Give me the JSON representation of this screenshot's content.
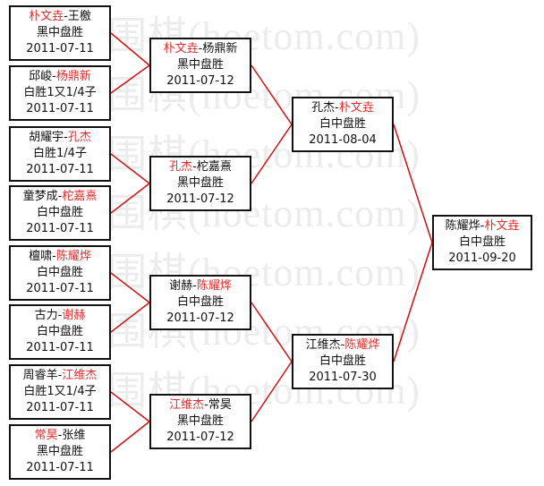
{
  "watermark": {
    "lines": [
      "弈城围棋(hoetom.com)",
      "弈城围棋(hoetom.com)",
      "弈城围棋(hoetom.com)",
      "弈城围棋(hoetom.com)",
      "弈城围棋(hoetom.com)",
      "弈城围棋(hoetom.com)",
      "弈城围棋(hoetom.com)"
    ]
  },
  "colors": {
    "winner": "#e32b2b",
    "line": "#cc1111",
    "text": "#111111",
    "border": "#111111"
  },
  "round1": [
    {
      "p1": "朴文垚",
      "sep": "-",
      "p2": "王檄",
      "winner": 1,
      "result": "黑中盘胜",
      "date": "2011-07-11"
    },
    {
      "p1": "邱峻",
      "sep": "-",
      "p2": "杨鼎新",
      "winner": 2,
      "result": "白胜1又1/4子",
      "date": "2011-07-11"
    },
    {
      "p1": "胡耀宇",
      "sep": "-",
      "p2": "孔杰",
      "winner": 2,
      "result": "白胜1/4子",
      "date": "2011-07-11"
    },
    {
      "p1": "童梦成",
      "sep": "-",
      "p2": "柁嘉熹",
      "winner": 2,
      "result": "白中盘胜",
      "date": "2011-07-11"
    },
    {
      "p1": "檀啸",
      "sep": "-",
      "p2": "陈耀烨",
      "winner": 2,
      "result": "白中盘胜",
      "date": "2011-07-11"
    },
    {
      "p1": "古力",
      "sep": "-",
      "p2": "谢赫",
      "winner": 2,
      "result": "白中盘胜",
      "date": "2011-07-11"
    },
    {
      "p1": "周睿羊",
      "sep": "-",
      "p2": "江维杰",
      "winner": 2,
      "result": "白胜1又1/4子",
      "date": "2011-07-11"
    },
    {
      "p1": "常昊",
      "sep": "-",
      "p2": "张维",
      "winner": 1,
      "result": "黑中盘胜",
      "date": "2011-07-11"
    }
  ],
  "round2": [
    {
      "p1": "朴文垚",
      "sep": "-",
      "p2": "杨鼎新",
      "winner": 1,
      "result": "黑中盘胜",
      "date": "2011-07-12"
    },
    {
      "p1": "孔杰",
      "sep": "-",
      "p2": "柁嘉熹",
      "winner": 1,
      "result": "黑中盘胜",
      "date": "2011-07-12"
    },
    {
      "p1": "谢赫",
      "sep": "-",
      "p2": "陈耀烨",
      "winner": 2,
      "result": "白中盘胜",
      "date": "2011-07-12"
    },
    {
      "p1": "江维杰",
      "sep": "-",
      "p2": "常昊",
      "winner": 1,
      "result": "黑中盘胜",
      "date": "2011-07-12"
    }
  ],
  "round3": [
    {
      "p1": "孔杰",
      "sep": "-",
      "p2": "朴文垚",
      "winner": 2,
      "result": "白中盘胜",
      "date": "2011-08-04"
    },
    {
      "p1": "江维杰",
      "sep": "-",
      "p2": "陈耀烨",
      "winner": 2,
      "result": "白中盘胜",
      "date": "2011-07-30"
    }
  ],
  "final": [
    {
      "p1": "陈耀烨",
      "sep": "-",
      "p2": "朴文垚",
      "winner": 2,
      "result": "白中盘胜",
      "date": "2011-09-20"
    }
  ]
}
